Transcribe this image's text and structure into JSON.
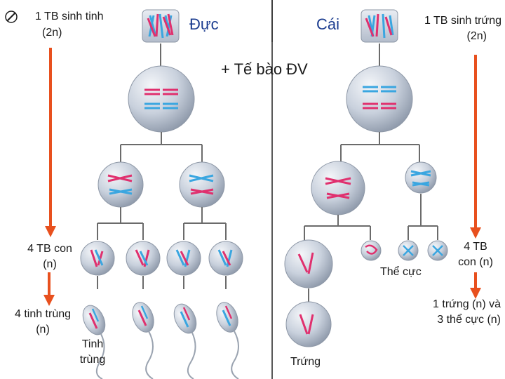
{
  "header": {
    "male_icon": "pencil-icon",
    "male_title_line1": "1 TB sinh tinh",
    "male_title_line2": "(2n)",
    "male_label": "Đực",
    "female_label": "Cái",
    "female_title_line1": "1 TB sinh trứng",
    "female_title_line2": "(2n)",
    "center_caption": "+ Tế bào ĐV"
  },
  "left_side": {
    "stage2_line1": "4 TB con",
    "stage2_line2": "(n)",
    "stage3_line1": "4 tinh trùng",
    "stage3_line2": "(n)",
    "sperm_label_line1": "Tinh",
    "sperm_label_line2": "trùng"
  },
  "right_side": {
    "polar_body_label": "Thể cực",
    "stage2_line1": "4 TB",
    "stage2_line2": "con (n)",
    "result_line1": "1 trứng (n) và",
    "result_line2": "3 thể cực (n)",
    "egg_label": "Trứng"
  },
  "colors": {
    "arrow": "#e8501e",
    "chromosome_pink": "#e0306e",
    "chromosome_blue": "#3aa6e0",
    "cell_fill": "#c9d1dd",
    "tree_line": "#6b6b6b",
    "label_text": "#1a1a1a"
  }
}
